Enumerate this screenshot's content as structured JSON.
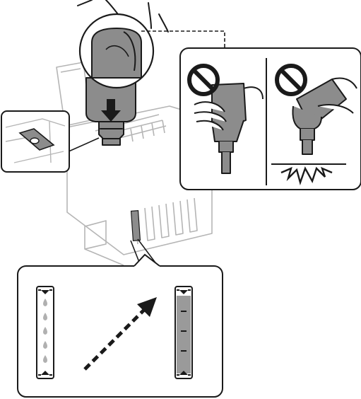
{
  "figure": {
    "subject": "ink-bottle-refill-instruction",
    "icons": {
      "prohibited": "no-symbol-icon",
      "insert_direction": "down-arrow-icon",
      "fill_direction": "diagonal-dashed-arrow-icon",
      "impact": "impact-burst-icon"
    },
    "colors": {
      "line": "#1a1a1a",
      "printer_line": "#b5b5b5",
      "bottle_fill": "#8c8c8c",
      "ink_full": "#9a9a9a",
      "background": "#ffffff"
    },
    "ink_tank_before": {
      "level": 0.0,
      "drops": 5
    },
    "ink_tank_after": {
      "level": 1.0,
      "marks": 3
    }
  }
}
